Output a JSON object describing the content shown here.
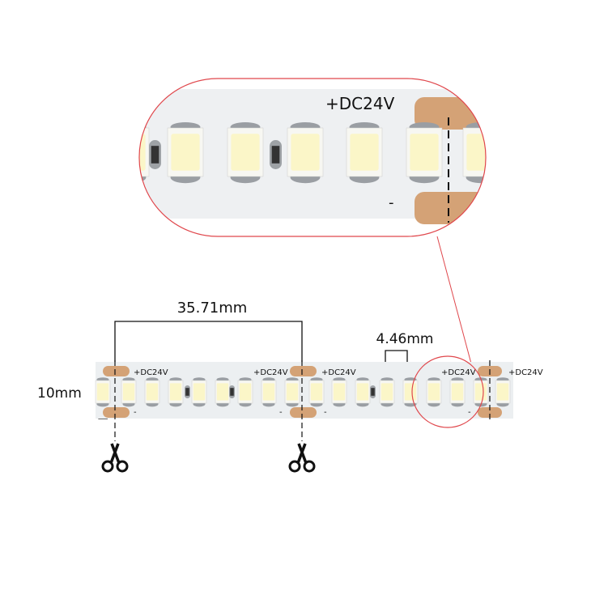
{
  "voltage_label": "+DC24V",
  "minus_label": "-",
  "cut_length": "35.71mm",
  "led_pitch": "4.46mm",
  "strip_width": "10mm",
  "colors": {
    "highlight": "#e0474c",
    "pad": "#d4a276",
    "led": "#fbf6c8",
    "pcb": "#eceff1"
  }
}
